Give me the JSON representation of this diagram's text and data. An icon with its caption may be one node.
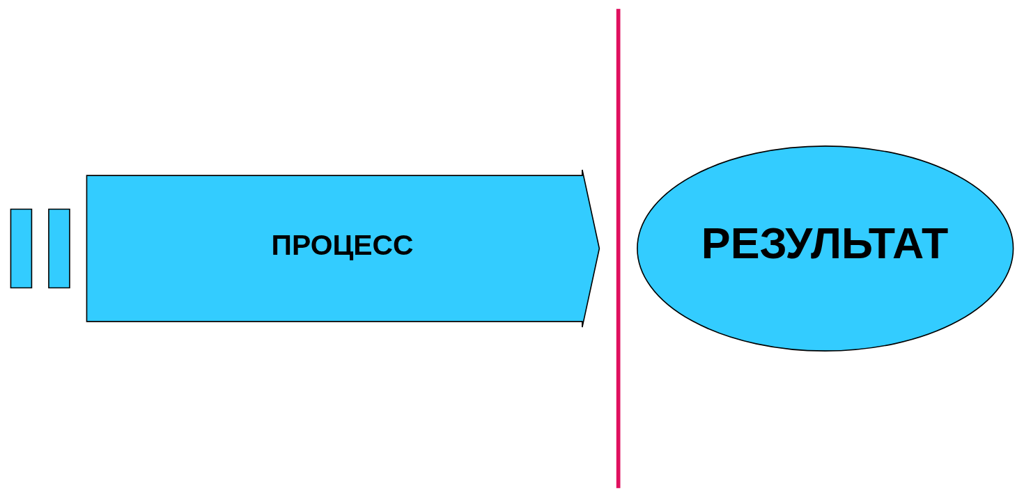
{
  "diagram": {
    "nodes": [
      {
        "text": [],
        "shape": "box"
      },
      {
        "text": [],
        "shape": "box"
      },
      {
        "text": [
          "ПРОЦЕСС"
        ]
      },
      {
        "text": [],
        "shape": "line"
      },
      {
        "text": [
          "РЕЗУЛЬТАТ"
        ]
      }
    ]
  }
}
